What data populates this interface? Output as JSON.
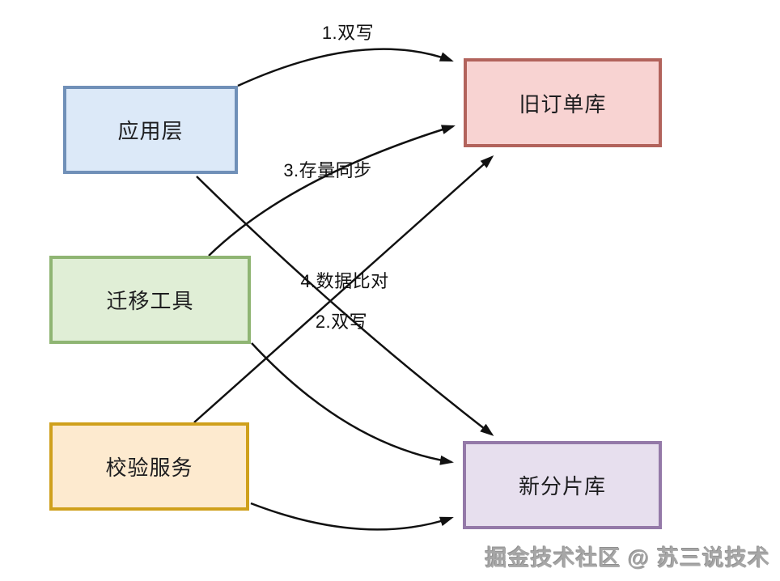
{
  "nodes": [
    {
      "id": "app-layer",
      "label": "应用层",
      "fill": "#dce9f8",
      "border": "#7090b8"
    },
    {
      "id": "old-order-db",
      "label": "旧订单库",
      "fill": "#f8d3d2",
      "border": "#b2635c"
    },
    {
      "id": "migration-tool",
      "label": "迁移工具",
      "fill": "#e0eed6",
      "border": "#8fb573"
    },
    {
      "id": "validation-service",
      "label": "校验服务",
      "fill": "#fdeacf",
      "border": "#cfa01c"
    },
    {
      "id": "new-shard-db",
      "label": "新分片库",
      "fill": "#e7dfee",
      "border": "#9479a8"
    }
  ],
  "edges": [
    {
      "from": "应用层",
      "to": "旧订单库",
      "label": "1.双写"
    },
    {
      "from": "应用层",
      "to": "新分片库",
      "label": "2.双写"
    },
    {
      "from": "迁移工具",
      "to": "旧订单库",
      "label": "3.存量同步"
    },
    {
      "from": "校验服务",
      "to": "旧订单库",
      "label": "4.数据比对"
    },
    {
      "from": "迁移工具",
      "to": "新分片库",
      "label": ""
    },
    {
      "from": "校验服务",
      "to": "新分片库",
      "label": ""
    }
  ],
  "edge_color": "#111111",
  "watermark": {
    "text": "掘金技术社区 @ 苏三说技术"
  }
}
